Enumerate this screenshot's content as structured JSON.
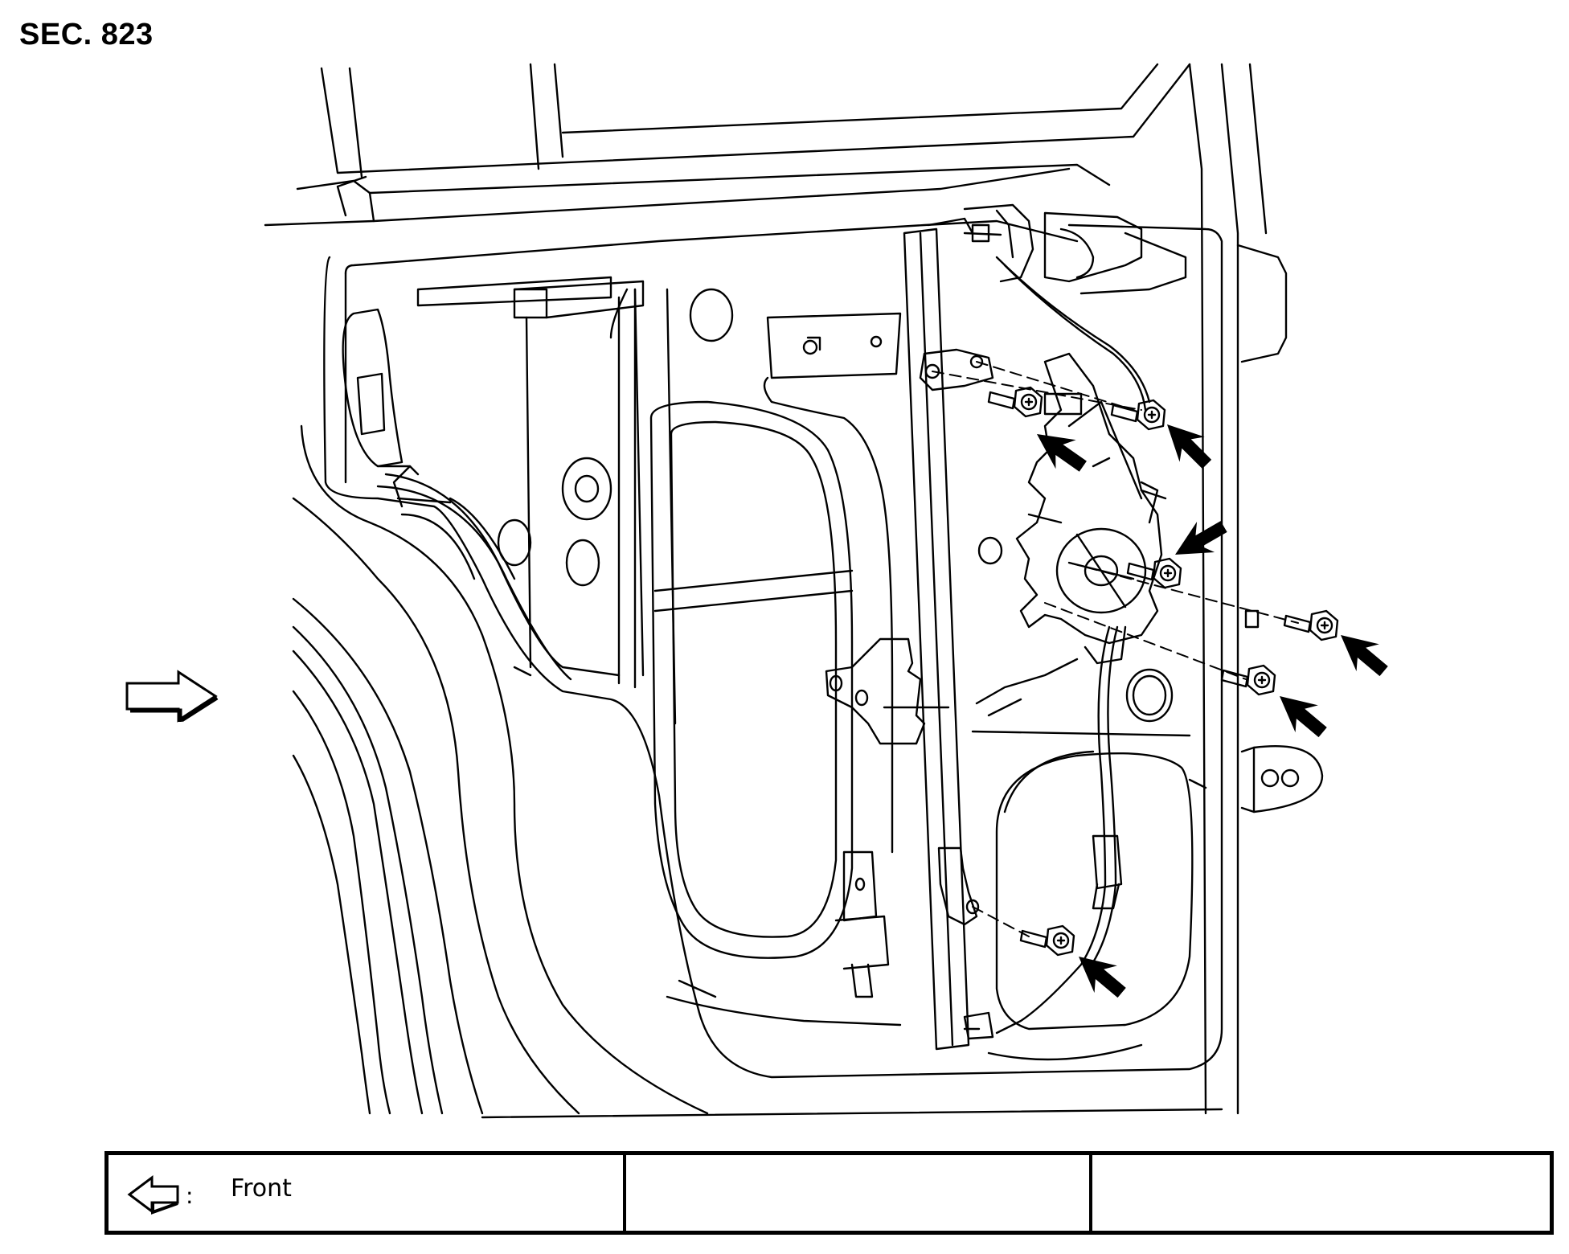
{
  "section_label": "SEC. 823",
  "legend": {
    "icon": "front-arrow-icon",
    "separator": ":",
    "text": "Front"
  },
  "diagram": {
    "subject": "rear door regulator assembly with bolt locations",
    "bolt_count": 6,
    "colors": {
      "line": "#000000",
      "background": "#ffffff"
    }
  }
}
